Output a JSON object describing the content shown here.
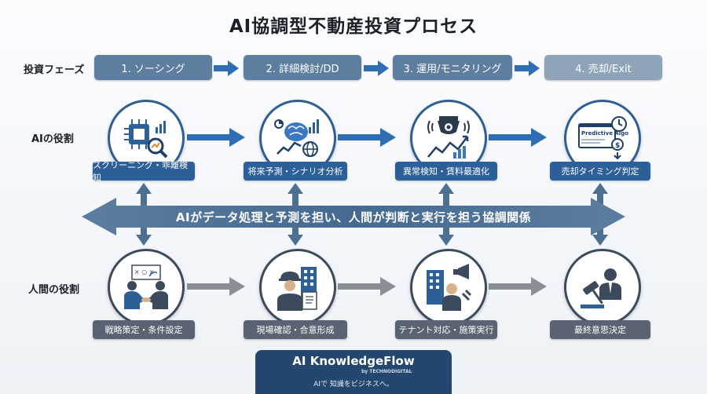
{
  "title": "AI協調型不動産投資プロセス",
  "row_labels": {
    "phases": "投資フェーズ",
    "ai": "AIの役割",
    "human": "人間の役割"
  },
  "phases": [
    {
      "label": "1. ソーシング"
    },
    {
      "label": "2. 詳細検討/DD"
    },
    {
      "label": "3. 運用/モニタリング"
    },
    {
      "label": "4. 売却/Exit"
    }
  ],
  "ai_roles": [
    {
      "label": "スクリーニング・乖離検知",
      "icon": "chip-magnifier-icon"
    },
    {
      "label": "将来予測・シナリオ分析",
      "icon": "brain-globe-chart-icon"
    },
    {
      "label": "異常検知・賃料最適化",
      "icon": "camera-trend-icon"
    },
    {
      "label": "売却タイミング判定",
      "icon": "predictive-algorithm-icon",
      "icon_text": "Predictive Algorithm"
    }
  ],
  "human_roles": [
    {
      "label": "戦略策定・条件設定",
      "icon": "handshake-strategy-icon"
    },
    {
      "label": "現場確認・合意形成",
      "icon": "worker-building-icon"
    },
    {
      "label": "テナント対応・施策実行",
      "icon": "tenant-megaphone-icon"
    },
    {
      "label": "最終意思決定",
      "icon": "gavel-decision-icon"
    }
  ],
  "collaboration": "AIがデータ処理と予測を担い、人間が判断と実行を担う協調関係",
  "footer": {
    "brand": "AI KnowledgeFlow",
    "sub": "by TECHNODIGITAL",
    "tagline": "AIで 知識をビジネスへ。"
  },
  "colors": {
    "ai_blue": "#2d5f99",
    "phase_blue": "#5d7e9f",
    "human_gray": "#5a6470",
    "band_blue": "#4d6f92",
    "footer_navy": "#24476f"
  }
}
